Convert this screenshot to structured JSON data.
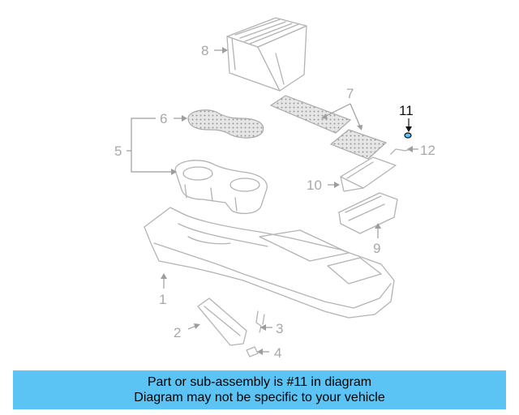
{
  "callouts": {
    "c1": "1",
    "c2": "2",
    "c3": "3",
    "c4": "4",
    "c5": "5",
    "c6": "6",
    "c7": "7",
    "c8": "8",
    "c9": "9",
    "c10": "10",
    "c11": "11",
    "c12": "12"
  },
  "highlighted_part": "11",
  "colors": {
    "banner": "#5bc4f5",
    "part_lines": "#b3b3b3",
    "highlight": "#111111"
  },
  "banner": {
    "line1": "Part or sub-assembly is #11 in diagram",
    "line2": "Diagram may not be specific to your vehicle"
  }
}
